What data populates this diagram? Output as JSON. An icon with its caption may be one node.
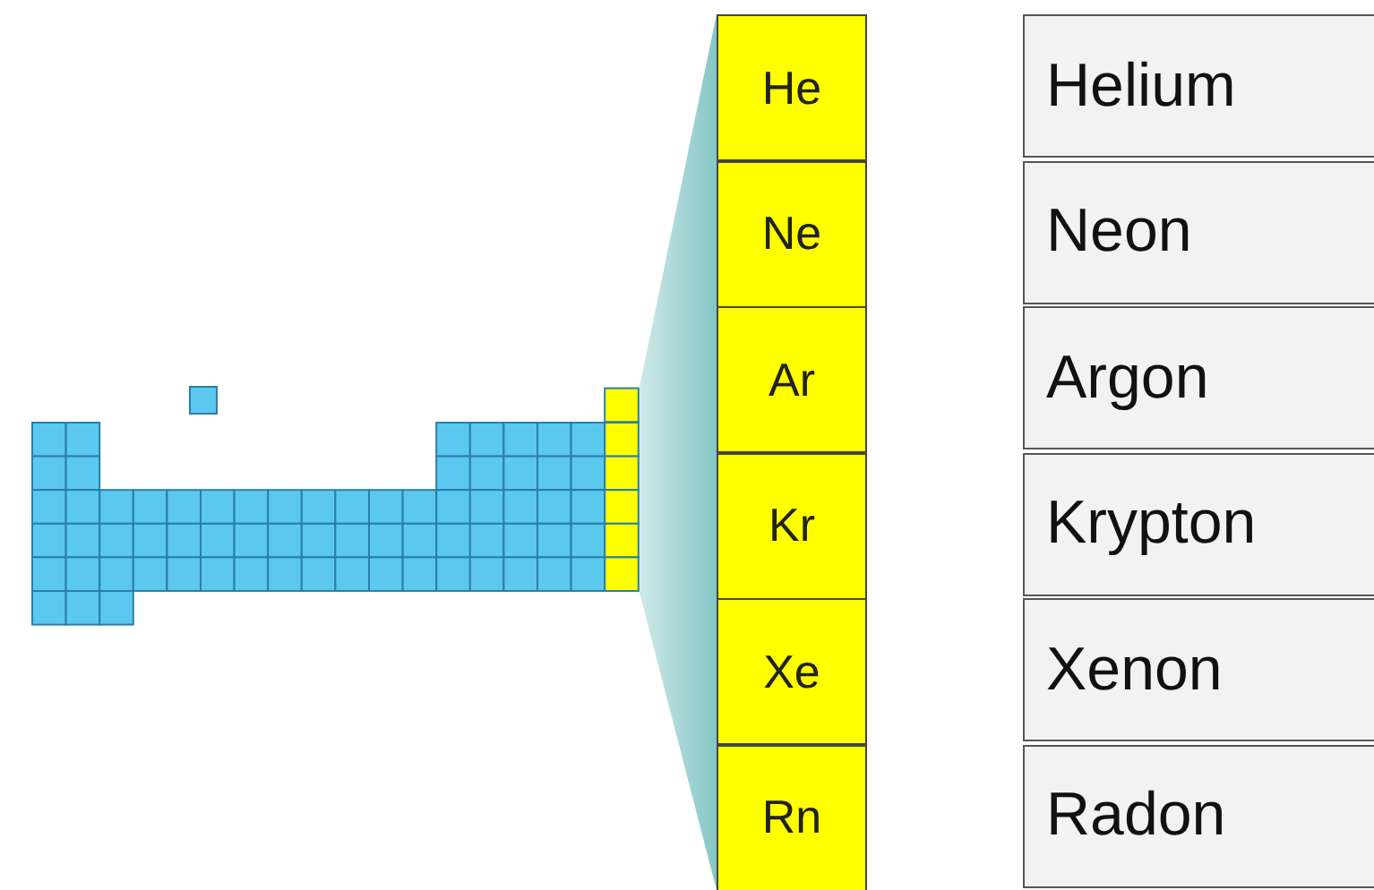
{
  "diagram": {
    "nodes": [
      {
        "text": [
          "He"
        ]
      },
      {
        "text": [
          "Helium"
        ]
      },
      {
        "text": [
          "Ne"
        ]
      },
      {
        "text": [
          "Neon"
        ]
      },
      {
        "text": [
          "Ar"
        ]
      },
      {
        "text": [
          "Argon"
        ]
      },
      {
        "text": [
          "Kr"
        ]
      },
      {
        "text": [
          "Krypton"
        ]
      },
      {
        "text": [
          "Xe"
        ]
      },
      {
        "text": [
          "Xenon"
        ]
      },
      {
        "text": [
          "Rn"
        ]
      },
      {
        "text": [
          "Radon"
        ]
      }
    ]
  }
}
